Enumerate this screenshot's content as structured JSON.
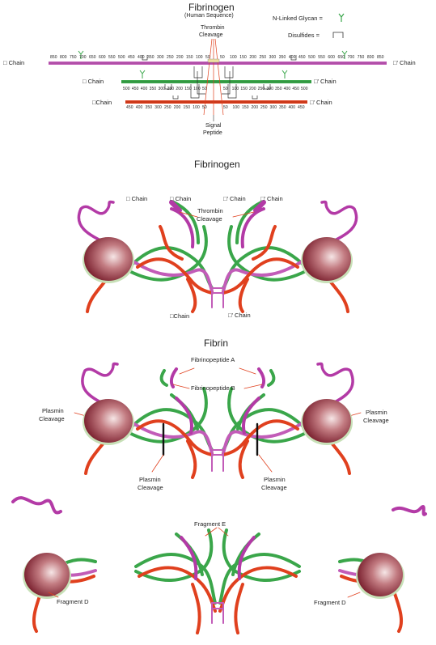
{
  "titles": {
    "main": "Fibrinogen",
    "sub": "(Human Sequence)",
    "section2": "Fibrinogen",
    "section3": "Fibrin"
  },
  "legend": {
    "glycan": "N-Linked Glycan =",
    "disulfide": "Disulfides ="
  },
  "map": {
    "thrombin_cleavage": [
      "Thrombin",
      "Cleavage"
    ],
    "signal_peptide": [
      "Signal",
      "Peptide"
    ],
    "chain_left_top": "□ Chain",
    "chain_right_top": "□' Chain",
    "chain_left_mid": "□ Chain",
    "chain_right_mid": "□' Chain",
    "chain_left_bot": "□Chain",
    "chain_right_bot": "□' Chain",
    "row1_left_ticks": [
      "850",
      "800",
      "750",
      "700",
      "650",
      "600",
      "550",
      "500",
      "450",
      "400",
      "350",
      "300",
      "250",
      "200",
      "150",
      "100",
      "50"
    ],
    "row1_right_ticks": [
      "50",
      "100",
      "150",
      "200",
      "250",
      "300",
      "350",
      "400",
      "450",
      "500",
      "550",
      "600",
      "650",
      "700",
      "750",
      "800",
      "850"
    ],
    "row2_left_ticks": [
      "500",
      "450",
      "400",
      "350",
      "300",
      "250",
      "200",
      "150",
      "100",
      "50"
    ],
    "row2_right_ticks": [
      "50",
      "100",
      "150",
      "200",
      "250",
      "300",
      "350",
      "400",
      "450",
      "500"
    ],
    "row3_left_ticks": [
      "450",
      "400",
      "350",
      "300",
      "250",
      "200",
      "150",
      "100",
      "50"
    ],
    "row3_right_ticks": [
      "50",
      "100",
      "150",
      "200",
      "250",
      "300",
      "350",
      "400",
      "450"
    ]
  },
  "fibrinogen": {
    "chain1": "□ Chain",
    "chain2": "□ Chain",
    "chain3": "□' Chain",
    "chain4": "□' Chain",
    "thrombin": [
      "Thrombin",
      "Cleavage"
    ],
    "chain_bottom_left": "□Chain",
    "chain_bottom_right": "□' Chain"
  },
  "fibrin": {
    "fibrinopeptide_a": "Fibrinopeptide A",
    "fibrinopeptide_b": "Fibrinopeptide B",
    "plasmin_left": [
      "Plasmin",
      "Cleavage"
    ],
    "plasmin_right": [
      "Plasmin",
      "Cleavage"
    ],
    "plasmin_center_left": [
      "Plasmin",
      "Cleavage"
    ],
    "plasmin_center_right": [
      "Plasmin",
      "Cleavage"
    ]
  },
  "fragments": {
    "e": "Fragment E",
    "d_left": "Fragment D",
    "d_right": "Fragment D"
  },
  "colors": {
    "alpha": "#b33aa6",
    "beta": "#3aa64a",
    "gamma": "#e0401e",
    "node": "#a8454f"
  }
}
